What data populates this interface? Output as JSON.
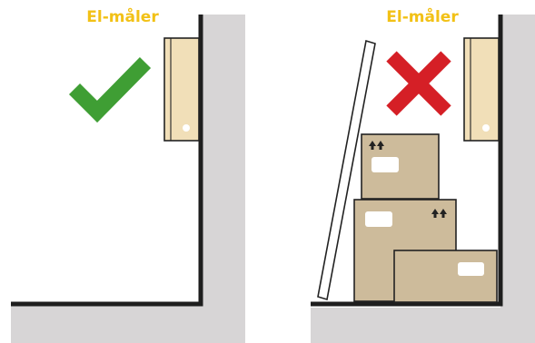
{
  "panels": [
    {
      "title": "El-måler",
      "verdict": "correct",
      "verdict_icon": "checkmark-icon"
    },
    {
      "title": "El-måler",
      "verdict": "incorrect",
      "verdict_icon": "cross-icon",
      "obstructions": [
        "board-leaning-against-wall",
        "stacked-cardboard-boxes"
      ]
    }
  ],
  "colors": {
    "title": "#f2c116",
    "wall": "#1e1e1e",
    "wall_shade": "#d7d5d6",
    "meter_box": "#f1dfb8",
    "check": "#3f9e34",
    "cross": "#d51f26",
    "cardboard_box": "#cdbb9b",
    "box_label": "#ffffff",
    "board": "#ffffff"
  }
}
